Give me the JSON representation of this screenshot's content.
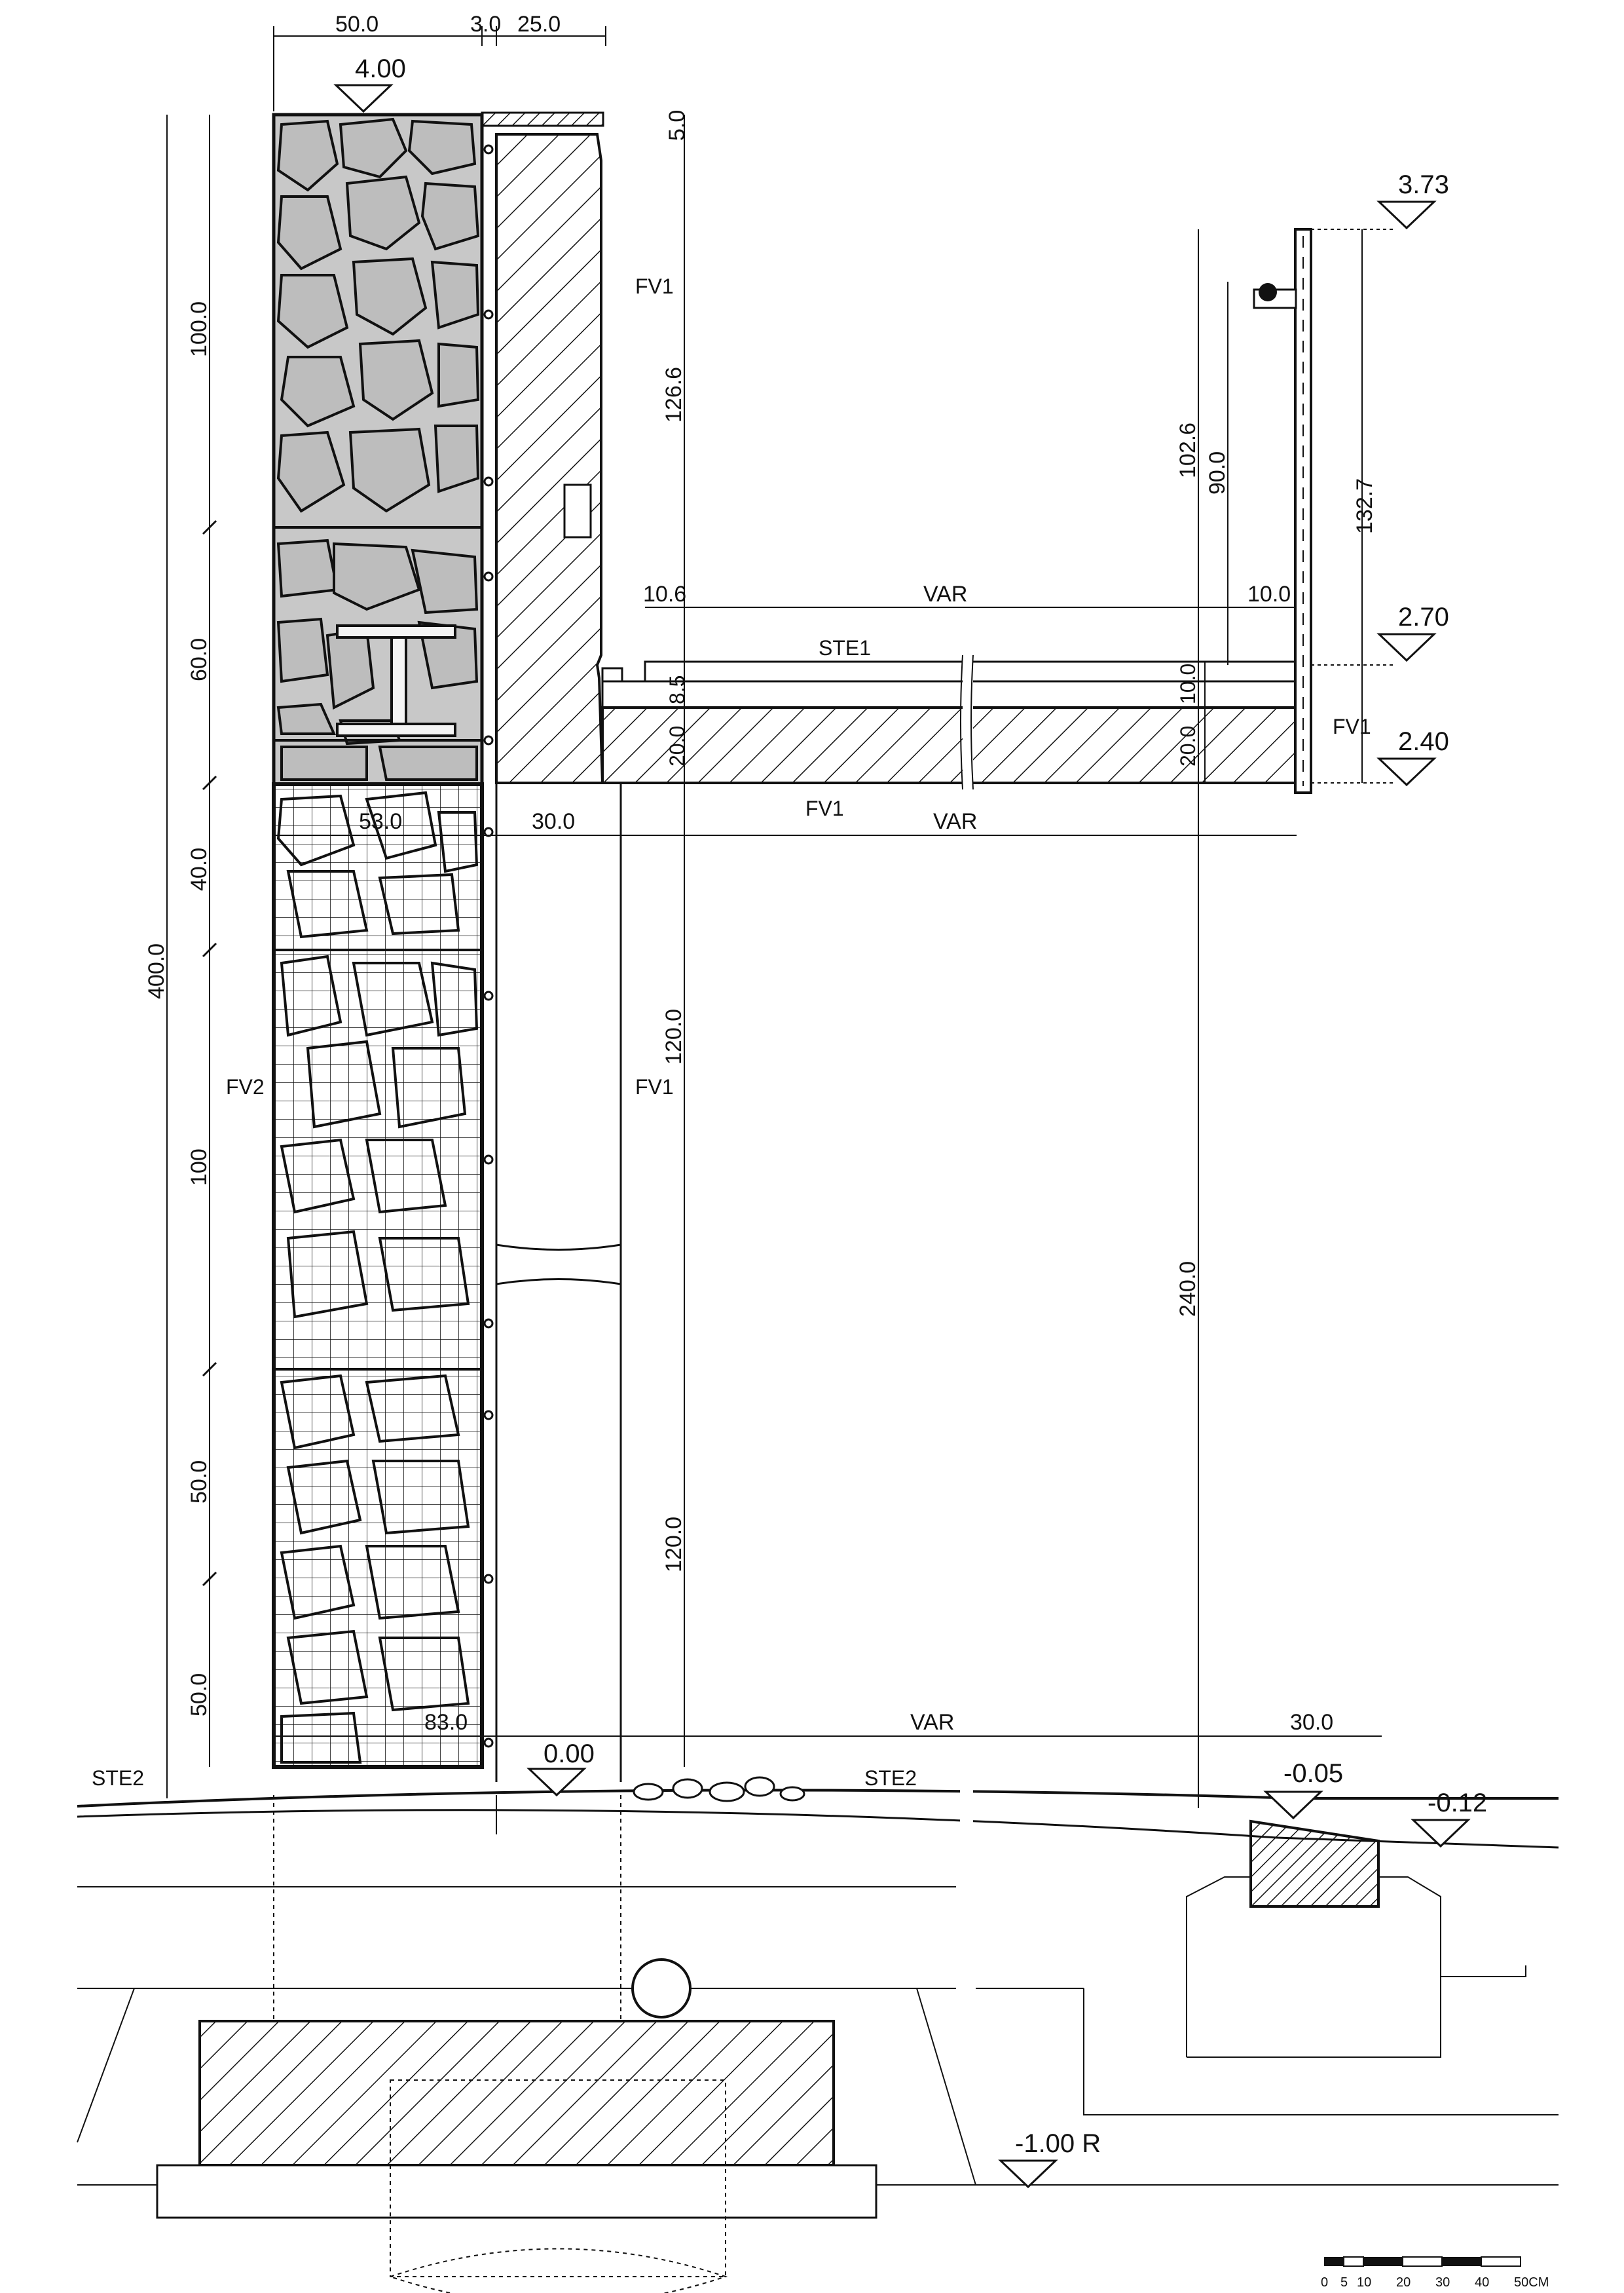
{
  "levels": [
    {
      "id": "top",
      "text": "4.00"
    },
    {
      "id": "rail",
      "text": "3.73"
    },
    {
      "id": "deck",
      "text": "2.70"
    },
    {
      "id": "slab",
      "text": "2.40"
    },
    {
      "id": "ground",
      "text": "0.00"
    },
    {
      "id": "curb",
      "text": "-0.05"
    },
    {
      "id": "road",
      "text": "-0.12"
    },
    {
      "id": "found",
      "text": "-1.00 R"
    }
  ],
  "dims": {
    "top_w1": "50.0",
    "top_w2": "3.0",
    "top_w3": "25.0",
    "top_5": "5.0",
    "h100a": "100.0",
    "h60": "60.0",
    "h40": "40.0",
    "h400": "400.0",
    "h100b": "100",
    "h50a": "50.0",
    "h50b": "50.0",
    "w53": "53.0",
    "w83": "83.0",
    "w30a": "30.0",
    "w30b": "30.0",
    "h126": "126.6",
    "h120a": "120.0",
    "h120b": "120.0",
    "h240": "240.0",
    "h102": "102.6",
    "h90": "90.0",
    "h132": "132.7",
    "w10_6": "10.6",
    "w10_0": "10.0",
    "var1": "VAR",
    "var2": "VAR",
    "var3": "VAR",
    "h8_5": "8.5",
    "h20a": "20.0",
    "h10b": "10.0",
    "h20b": "20.0"
  },
  "materials": {
    "fv1_upper": "FV1",
    "fv1_right": "FV1",
    "fv1_slab": "FV1",
    "fv1_mid": "FV1",
    "fv2": "FV2",
    "ste1": "STE1",
    "ste2_left": "STE2",
    "ste2_right": "STE2"
  },
  "scale": {
    "ticks": [
      "0",
      "5",
      "10",
      "20",
      "30",
      "40",
      "50CM"
    ]
  }
}
